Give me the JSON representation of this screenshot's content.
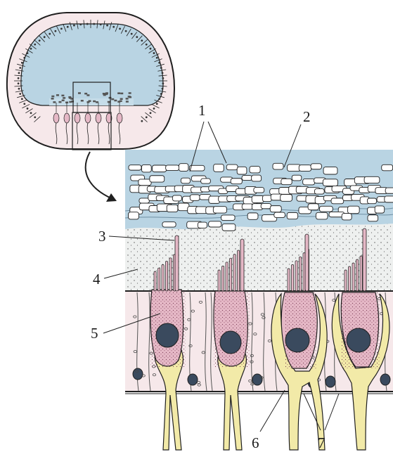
{
  "labels": {
    "l1": "1",
    "l2": "2",
    "l3": "3",
    "l4": "4",
    "l5": "5",
    "l6": "6",
    "l7": "7"
  },
  "colors": {
    "endolymph": "#b9d4e3",
    "membrane_blue": "#c6dde9",
    "gel_layer": "#eef0ef",
    "epithelium": "#f6e8ea",
    "hair_cell": "#e5b8c6",
    "nucleus": "#3a4a5e",
    "nerve": "#f2eaa8",
    "outline": "#1f1f1f"
  }
}
